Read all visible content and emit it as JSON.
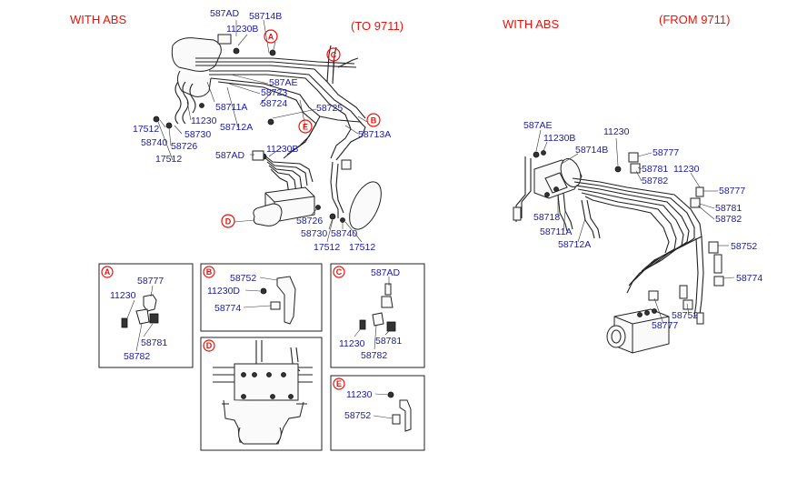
{
  "headers": {
    "left_title": "WITH ABS",
    "left_range": "(TO 9711)",
    "right_title": "WITH ABS",
    "right_range": "(FROM 9711)"
  },
  "markers": {
    "A": "A",
    "B": "B",
    "C": "C",
    "D": "D",
    "E": "E"
  },
  "main_left_labels": {
    "l_587AD_top": "587AD",
    "l_58714B_top": "58714B",
    "l_11230B_top": "11230B",
    "l_587AE": "587AE",
    "l_58723": "58723",
    "l_58724": "58724",
    "l_58711A": "58711A",
    "l_58725": "58725",
    "l_58712A": "58712A",
    "l_58713A": "58713A",
    "l_11230": "11230",
    "l_17512_a": "17512",
    "l_58730": "58730",
    "l_58740": "58740",
    "l_58726": "58726",
    "l_17512_b": "17512",
    "l_11230B_mid": "11230B",
    "l_587AD_mid": "587AD",
    "l_58726_low": "58726",
    "l_58730_low": "58730",
    "l_58740_low": "58740",
    "l_17512_c": "17512",
    "l_17512_d": "17512"
  },
  "main_right_labels": {
    "r_587AE": "587AE",
    "r_11230B": "11230B",
    "r_58714B": "58714B",
    "r_11230_a": "11230",
    "r_58777_a": "58777",
    "r_58781_a": "58781",
    "r_58782_a": "58782",
    "r_11230_b": "11230",
    "r_58777_b": "58777",
    "r_58781_b": "58781",
    "r_58782_b": "58782",
    "r_58718": "58718",
    "r_58711A": "58711A",
    "r_58712A": "58712A",
    "r_58752_a": "58752",
    "r_58774": "58774",
    "r_58752_b": "58752",
    "r_58777_c": "58777"
  },
  "detail_A": {
    "l1": "58777",
    "l2": "11230",
    "l3": "58781",
    "l4": "58782"
  },
  "detail_B": {
    "l1": "58752",
    "l2": "11230D",
    "l3": "58774"
  },
  "detail_C": {
    "l1": "587AD",
    "l2": "11230",
    "l3": "58781",
    "l4": "58782"
  },
  "detail_E": {
    "l1": "11230",
    "l2": "58752"
  }
}
